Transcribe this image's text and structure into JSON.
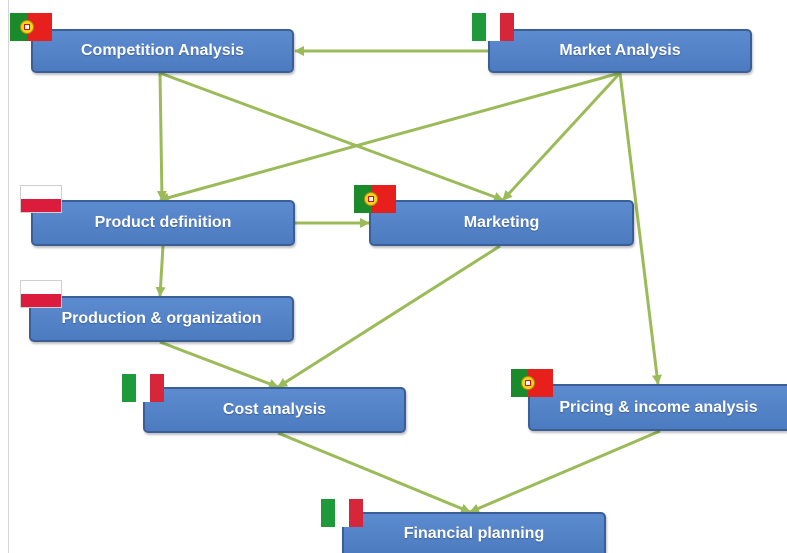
{
  "diagram": {
    "nodes": {
      "competition": "Competition Analysis",
      "market": "Market Analysis",
      "product": "Product definition",
      "marketing": "Marketing",
      "production": "Production & organization",
      "cost": "Cost analysis",
      "pricing": "Pricing & income analysis",
      "financial": "Financial planning"
    },
    "flags": {
      "competition": "portugal-flag-icon",
      "market": "italy-flag-icon",
      "product": "poland-flag-icon",
      "marketing": "portugal-flag-icon",
      "production": "poland-flag-icon",
      "cost": "italy-flag-icon",
      "pricing": "portugal-flag-icon",
      "financial": "italy-flag-icon"
    },
    "edges": [
      [
        "market",
        "competition"
      ],
      [
        "market",
        "product"
      ],
      [
        "market",
        "marketing"
      ],
      [
        "market",
        "pricing"
      ],
      [
        "competition",
        "product"
      ],
      [
        "competition",
        "marketing"
      ],
      [
        "product",
        "marketing"
      ],
      [
        "product",
        "production"
      ],
      [
        "production",
        "cost"
      ],
      [
        "marketing",
        "cost"
      ],
      [
        "cost",
        "financial"
      ],
      [
        "pricing",
        "financial"
      ]
    ],
    "colors": {
      "node_fill": "#4f81bd",
      "node_border": "#3a5f96",
      "arrow": "#9bbb59"
    }
  }
}
